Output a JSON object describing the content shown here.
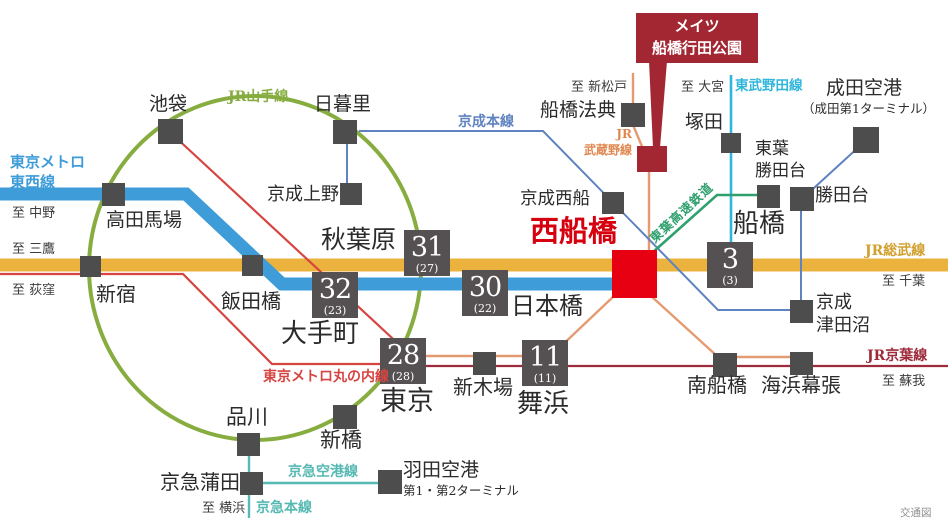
{
  "caption": "交通図",
  "property": {
    "line1": "メイツ",
    "line2": "船橋行田公園"
  },
  "lines": {
    "yamanote": {
      "name": "JR山手線",
      "color": "#87AD41"
    },
    "tozai": {
      "name1": "東京メトロ",
      "name2": "東西線",
      "color": "#3E9CD9"
    },
    "sobu": {
      "name": "JR総武線",
      "color": "#EBB23E",
      "label_color": "#D2A02F"
    },
    "marunouchi": {
      "name": "東京メトロ丸の内線",
      "color": "#D64541"
    },
    "keiyo": {
      "name": "JR京葉線",
      "color": "#9E2B3B"
    },
    "musashino": {
      "name1": "JR",
      "name2": "武蔵野線",
      "color": "#E59B72",
      "label_color": "#E08850"
    },
    "keisei": {
      "name": "京成本線",
      "color": "#5F83C0"
    },
    "noda": {
      "name": "東武野田線",
      "color": "#2FB6DC"
    },
    "toyo": {
      "name": "東葉高速鉄道",
      "color": "#2FA06E"
    },
    "keikyu_airport": {
      "name": "京急空港線",
      "color": "#56B9B3"
    },
    "keikyu_main": {
      "name": "京急本線",
      "color": "#56B9B3"
    }
  },
  "stations": {
    "ikebukuro": "池袋",
    "nippori": "日暮里",
    "keisei_ueno": "京成上野",
    "takadanobaba": "高田馬場",
    "shinjuku": "新宿",
    "iidabashi": "飯田橋",
    "akihabara": "秋葉原",
    "otemachi": "大手町",
    "nihombashi": "日本橋",
    "tokyo": "東京",
    "shimbashi": "新橋",
    "shinagawa": "品川",
    "keikyu_kamata": "京急蒲田",
    "haneda": "羽田空港",
    "haneda_sub": "第1・第2ターミナル",
    "shin_kiba": "新木場",
    "maihama": "舞浜",
    "keisei_nishifuna": "京成西船",
    "funabashi_hoten": "船橋法典",
    "nishi_funabashi": "西船橋",
    "tsukada": "塚田",
    "toyo_katsutadai1": "東葉",
    "toyo_katsutadai2": "勝田台",
    "katsutadai": "勝田台",
    "funabashi": "船橋",
    "keisei_tsudanuma1": "京成",
    "keisei_tsudanuma2": "津田沼",
    "minami_funabashi": "南船橋",
    "kaihin_makuhari": "海浜幕張",
    "narita_airport": "成田空港",
    "narita_airport_sub": "（成田第1ターミナル）"
  },
  "directions": {
    "nakano": "至 中野",
    "mitaka": "至 三鷹",
    "ogikubo": "至 荻窪",
    "yokohama": "至 横浜",
    "shin_matsudo": "至 新松戸",
    "omiya": "至 大宮",
    "chiba": "至 千葉",
    "soga": "至 蘇我"
  },
  "badges": {
    "akihabara": {
      "min": "31",
      "alt": "(27)"
    },
    "otemachi": {
      "min": "32",
      "alt": "(23)"
    },
    "nihombashi": {
      "min": "30",
      "alt": "(22)"
    },
    "tokyo": {
      "min": "28",
      "alt": "(28)"
    },
    "maihama": {
      "min": "11",
      "alt": "(11)"
    },
    "funabashi": {
      "min": "3",
      "alt": "(3)"
    }
  },
  "colors": {
    "station_square": "#4D4D4D",
    "badge_bg": "#555153",
    "highlight_red": "#E60012",
    "property_red": "#A32732",
    "nishi_text_red": "#D7000F",
    "text": "#2B2B2B"
  }
}
